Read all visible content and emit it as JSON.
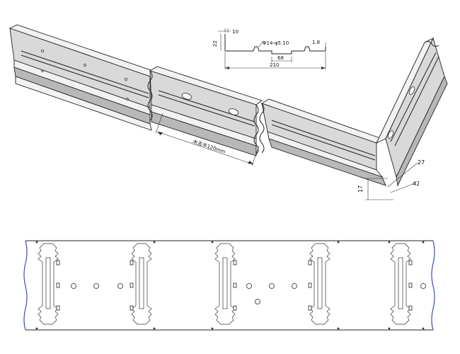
{
  "section_profile": {
    "dim_lip_top": "10",
    "dim_lip_height": "22",
    "dim_hole": "Φ14-φ5.10",
    "dim_thickness": "1.8",
    "dim_center_width": "68",
    "dim_total_width": "210"
  },
  "tray_view": {
    "dim_length": "木去半120mm",
    "dim_corner_1": "17",
    "dim_corner_2": "42",
    "dim_corner_3": "27"
  },
  "colors": {
    "line": "#222222",
    "edge": "#3b48c8",
    "background": "#ffffff"
  }
}
